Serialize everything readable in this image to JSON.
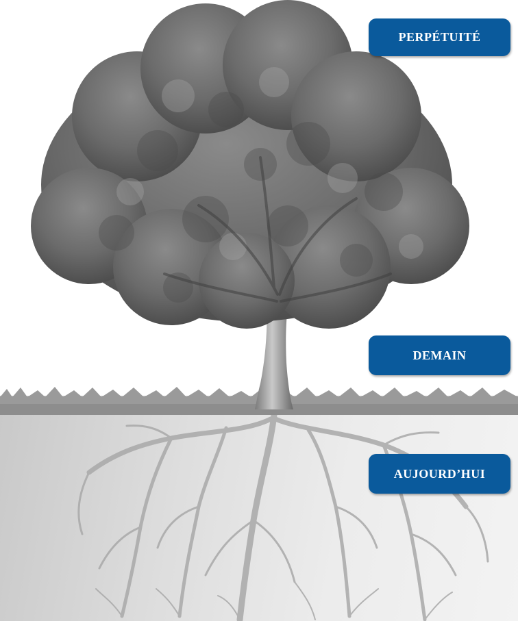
{
  "labels": {
    "perpetuite": "PERPÉTUITÉ",
    "demain": "DEMAIN",
    "aujourdhui": "AUJOURD’HUI"
  },
  "colors": {
    "label_background": "#0a5a9c",
    "label_text": "#ffffff",
    "roots": "#a9a9a9",
    "foliage": "#6f6f6f"
  },
  "image": {
    "subject": "tree-with-roots",
    "style": "grayscale"
  }
}
